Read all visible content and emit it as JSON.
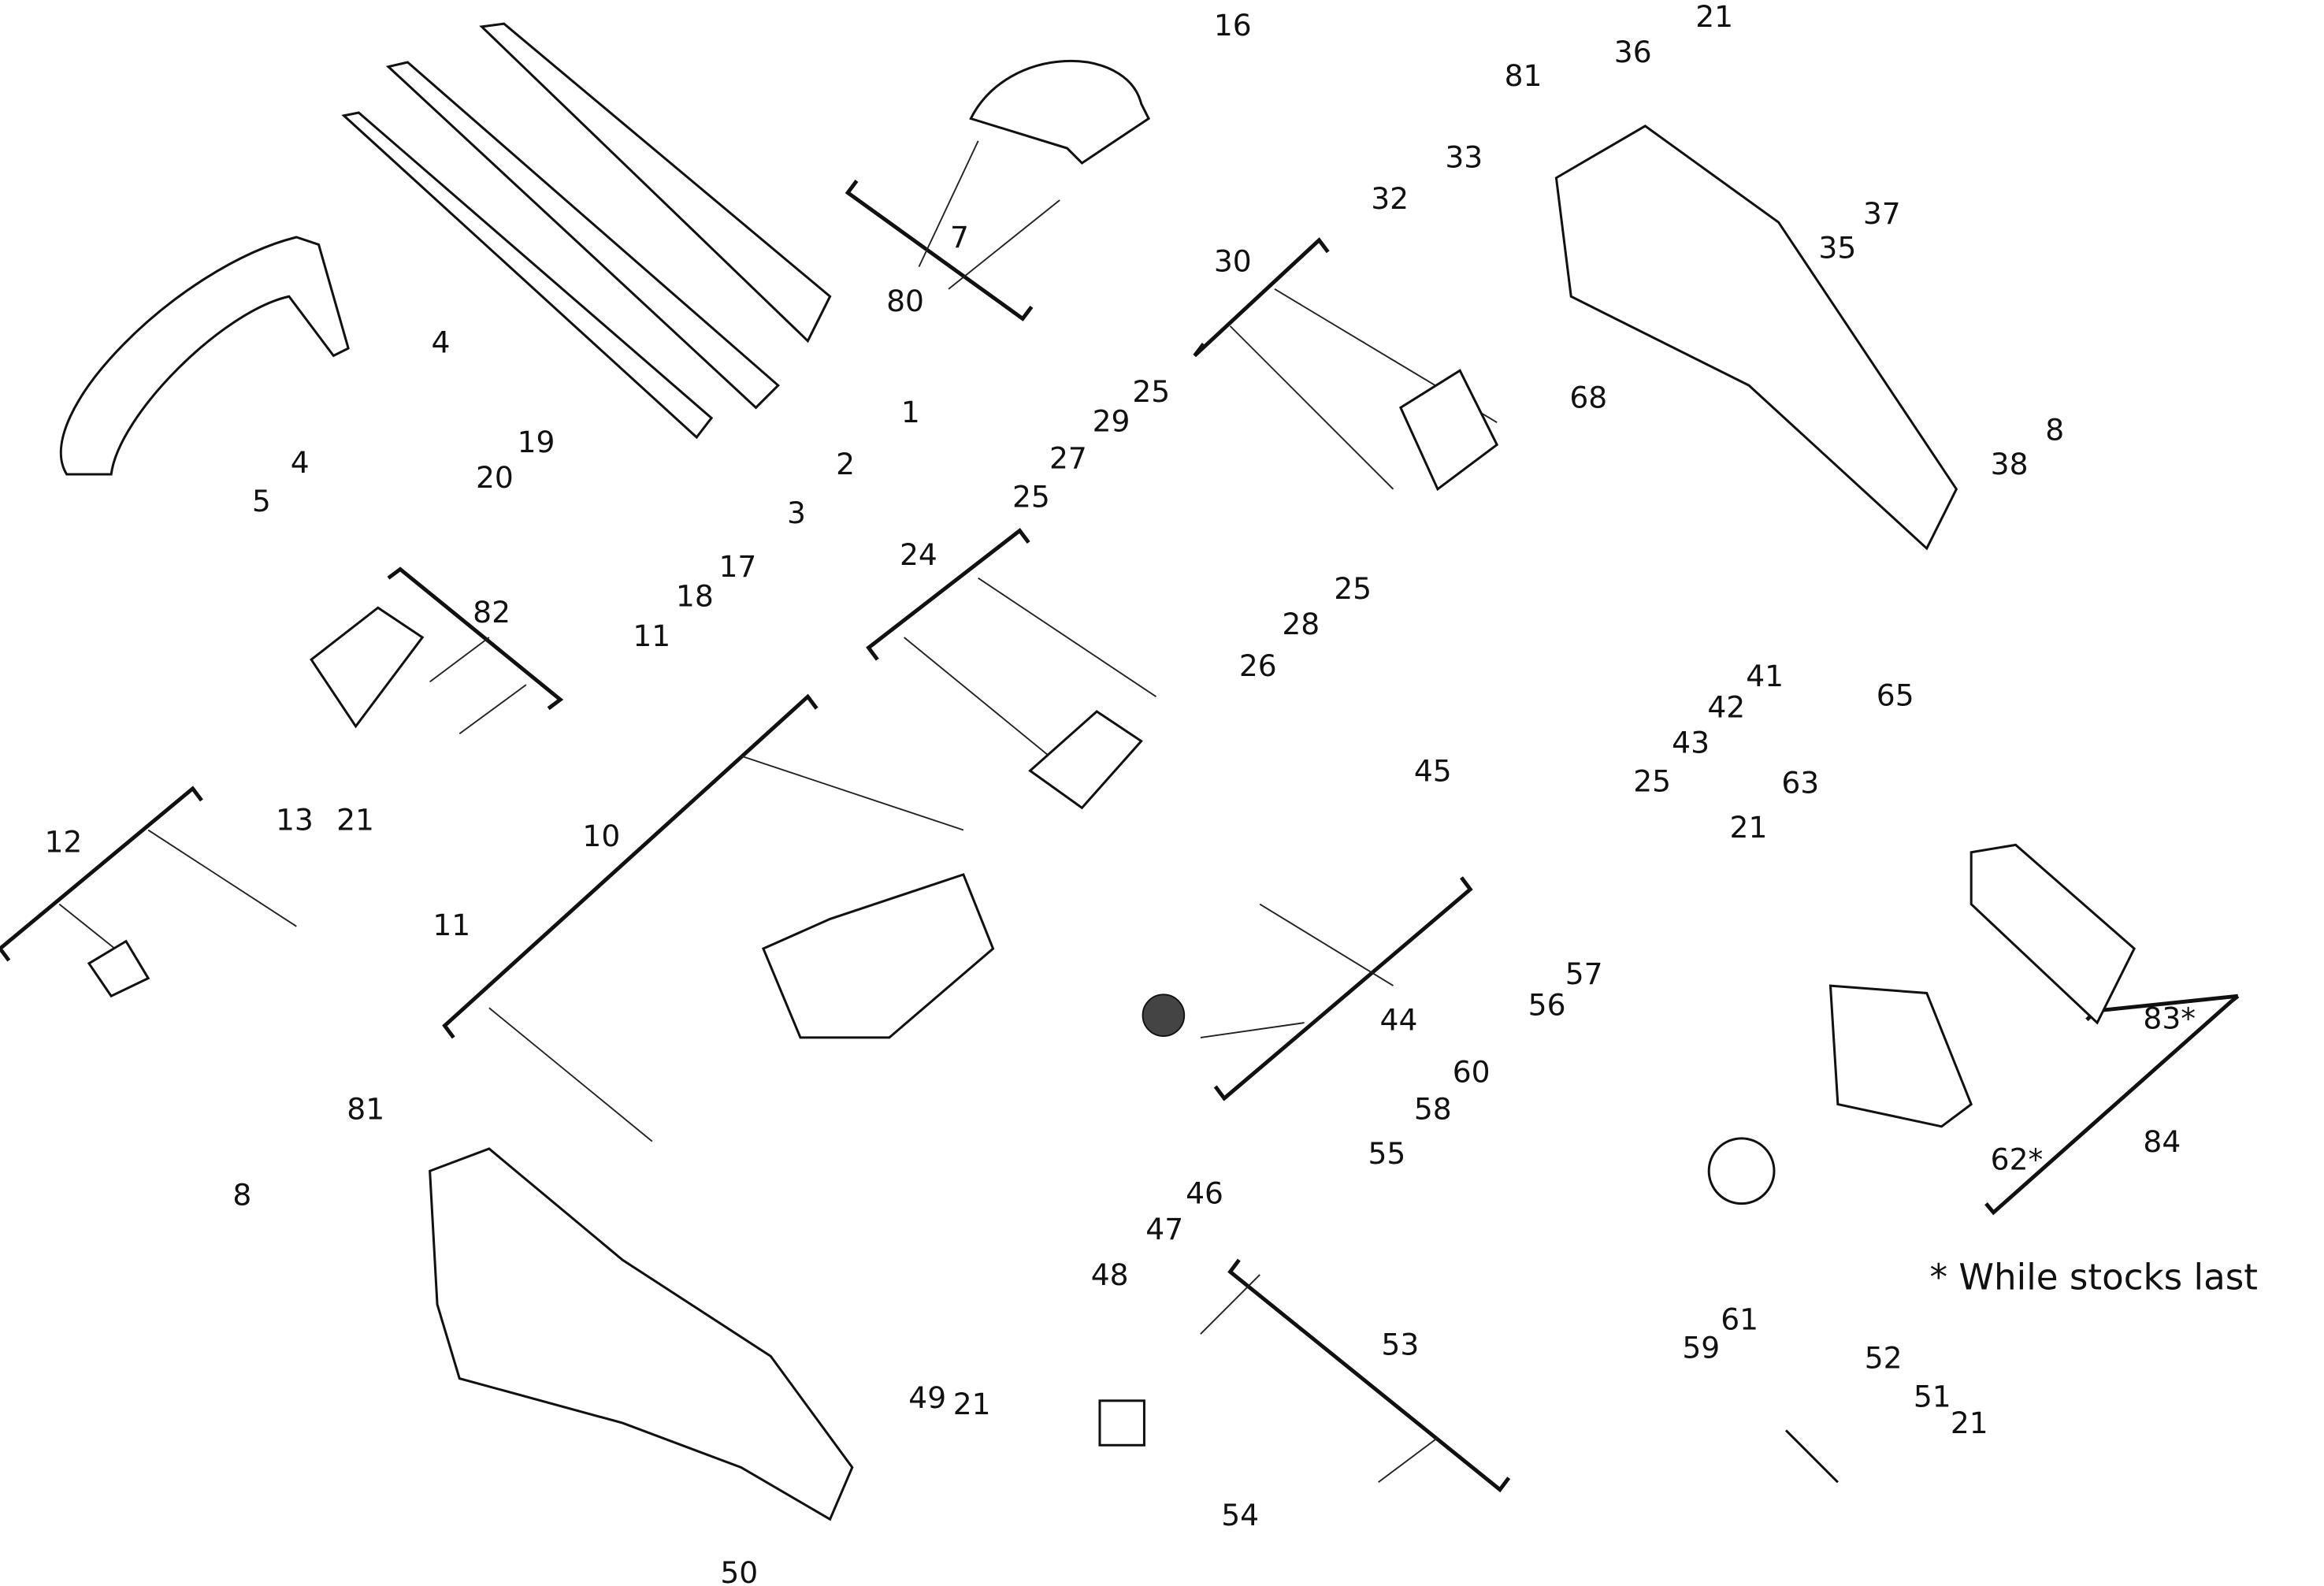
{
  "diagram": {
    "title": "Chainsaw exploded parts diagram",
    "callouts": [
      "16",
      "7",
      "80",
      "1",
      "2",
      "3",
      "4",
      "4",
      "5",
      "19",
      "20",
      "17",
      "18",
      "11",
      "82",
      "13",
      "21",
      "12",
      "81",
      "21",
      "36",
      "37",
      "35",
      "33",
      "32",
      "30",
      "68",
      "38",
      "8",
      "25",
      "29",
      "27",
      "25",
      "28",
      "25",
      "26",
      "24",
      "41",
      "42",
      "43",
      "25",
      "45",
      "65",
      "63",
      "21",
      "10",
      "11",
      "44",
      "57",
      "56",
      "83*",
      "84",
      "62*",
      "81",
      "8",
      "60",
      "58",
      "55",
      "46",
      "47",
      "48",
      "61",
      "59",
      "53",
      "49",
      "21",
      "52",
      "51",
      "21",
      "54",
      "50"
    ],
    "footnote": "* While stocks last"
  }
}
